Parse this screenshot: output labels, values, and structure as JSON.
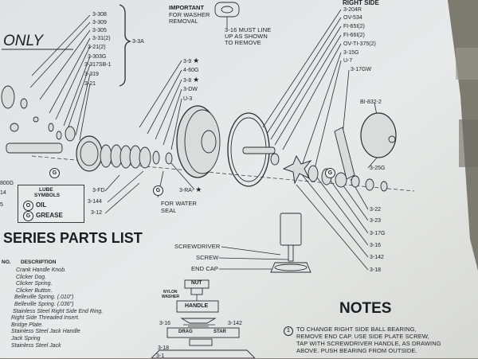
{
  "header": {
    "only_text": "ONLY",
    "important_title": "IMPORTANT",
    "important_sub": [
      "FOR WASHER",
      "REMOVAL"
    ],
    "must_line": [
      "3-16 MUST LINE",
      "UP AS SHOWN",
      "TO REMOVE"
    ],
    "right_side": "RIGHT SIDE"
  },
  "left_callouts": [
    "3-308",
    "3-309",
    "3-305",
    "3-31(2)",
    "3-21(2)",
    "3-303G",
    "3-317SB-1",
    "3-319",
    "3-21"
  ],
  "bracket_label": "3-3A",
  "center_callouts": [
    {
      "text": "3-9",
      "star": "★"
    },
    {
      "text": "4-60G",
      "star": ""
    },
    {
      "text": "3-8",
      "star": "★"
    },
    {
      "text": "3-DW",
      "star": ""
    },
    {
      "text": "U-3",
      "star": ""
    }
  ],
  "right_top_callouts": [
    "3-204R",
    "OV-534",
    "FI-65I(2)",
    "FI-66I(2)",
    "OV-TI-375(2)",
    "3-15G",
    "U-7",
    "3-17GW"
  ],
  "right_mid_callouts": [
    "BI-832-2",
    "3-25G"
  ],
  "right_bottom_callouts": [
    "3-22",
    "3-23",
    "3-17G",
    "3-16",
    "3-142",
    "3-18"
  ],
  "lower_left_callouts": [
    "3-FD",
    "3-144",
    "3-12"
  ],
  "ra_label": "3-RA-",
  "ra_star": "★",
  "water_seal": [
    "FOR WATER",
    "SEAL"
  ],
  "left_edge": [
    "800G",
    "14",
    "5"
  ],
  "badge_letter": "G",
  "lube": {
    "title": [
      "LUBE",
      "SYMBOLS"
    ],
    "oil_symbol": "O",
    "oil_label": "OIL",
    "grease_symbol": "G",
    "grease_label": "GREASE"
  },
  "parts_list": {
    "title": "SERIES PARTS LIST",
    "col_no": "NO.",
    "col_desc": "DESCRIPTION",
    "items": [
      "Crank Handle Knob.",
      "Clicker Dog.",
      "Clicker Spring.",
      "Clicker Button.",
      "Belleville Spring. (.010\")",
      "Belleville Spring. (.036\")",
      "Stainless Steel Right Side End Ring.",
      "Right Side Threaded Insert.",
      "Bridge Plate.",
      "Stainless Steel Jack Handle",
      "Jack Spring",
      "Stainless Steel Jack"
    ]
  },
  "assembly": {
    "screwdriver": "SCREWDRIVER",
    "screw": "SCREW",
    "end_cap": "END CAP",
    "nut": "NUT",
    "nylon_washer": [
      "NYLON",
      "WASHER"
    ],
    "handle": "HANDLE",
    "label_316": "3-16",
    "label_3142": "3-142",
    "drag": "DRAG",
    "star": "STAR",
    "label_318": "3-18",
    "label_31": "3-1"
  },
  "notes": {
    "title": "NOTES",
    "number": "1",
    "text": [
      "TO CHANGE RIGHT SIDE BALL BEARING,",
      "REMOVE END CAP. USE SIDE PLATE SCREW,",
      "TAP WITH SCREWDRIVER HANDLE, AS DRAWING",
      "ABOVE. PUSH BEARING FROM OUTSIDE."
    ]
  }
}
